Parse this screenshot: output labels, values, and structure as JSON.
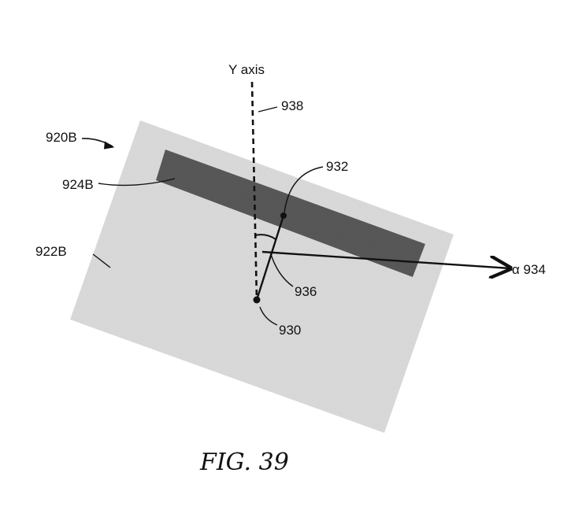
{
  "figure": {
    "caption": "FIG. 39",
    "labels": {
      "y_axis": "Y axis",
      "ref_938": "938",
      "ref_920b": "920B",
      "ref_924b": "924B",
      "ref_922b": "922B",
      "ref_932": "932",
      "ref_936": "936",
      "ref_930": "930",
      "ref_alpha_934": "α 934"
    },
    "colors": {
      "card": "#dcdcdc",
      "band": "#595959",
      "lines": "#111111"
    }
  }
}
